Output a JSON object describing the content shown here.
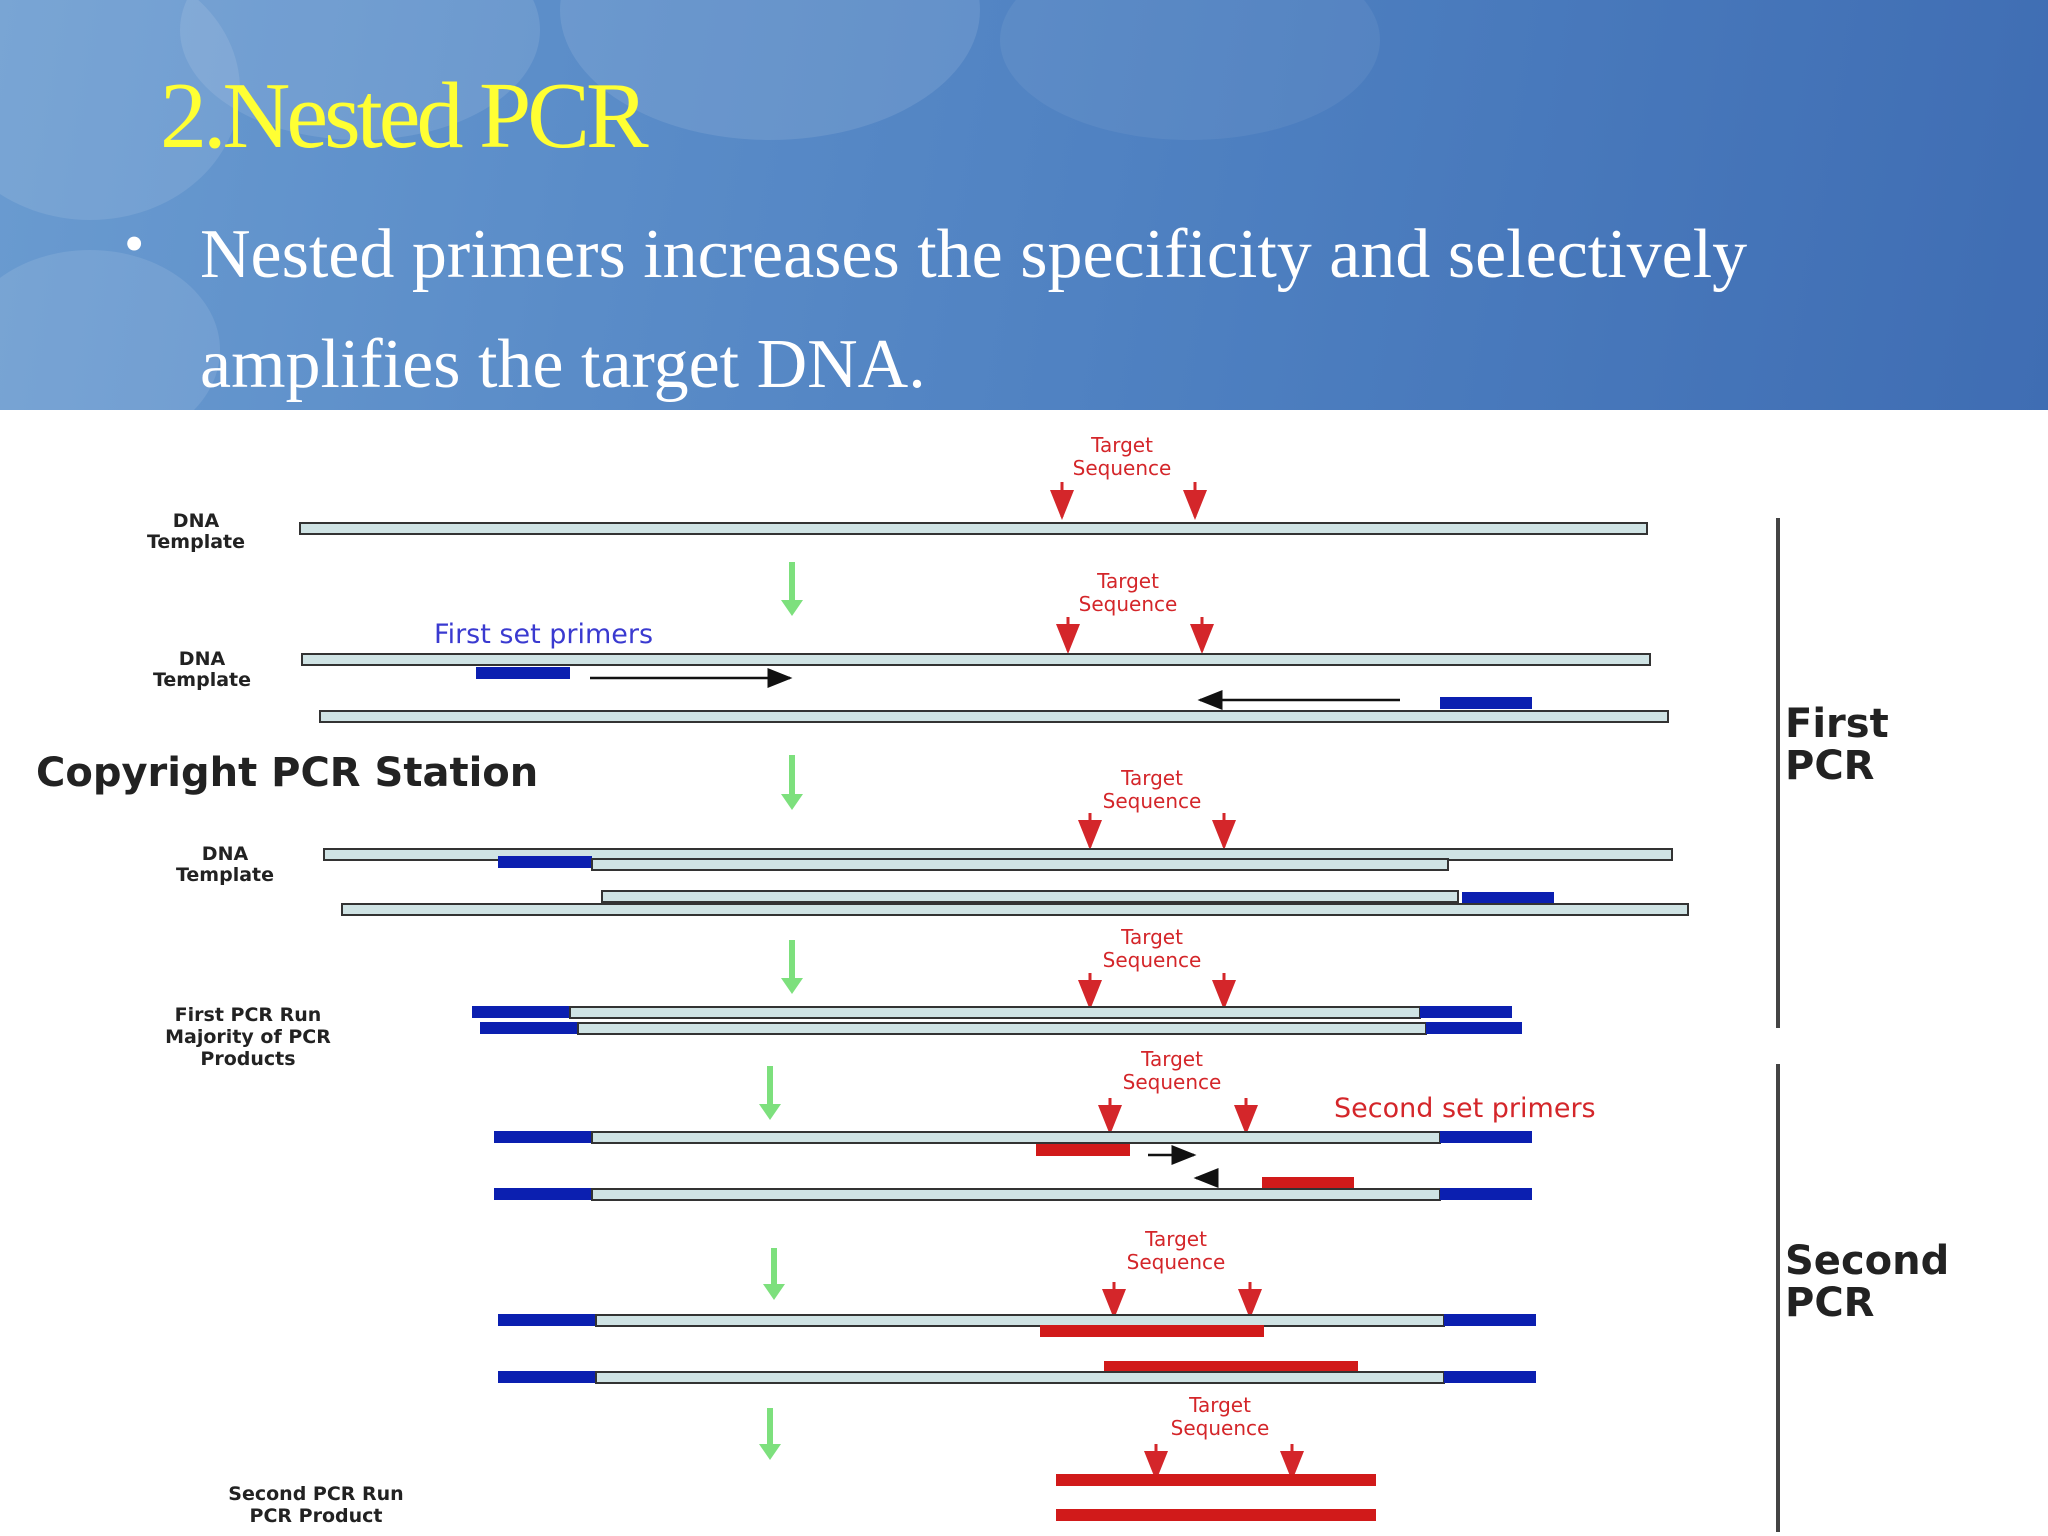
{
  "slide": {
    "title": "2.Nested PCR",
    "bullet": "Nested primers increases the specificity and selectively amplifies the target DNA."
  },
  "diagram": {
    "target_sequence_label": [
      "Target",
      "Sequence"
    ],
    "dna_template_label": [
      "DNA",
      "Template"
    ],
    "first_primers_label": "First set primers",
    "second_primers_label": "Second set primers",
    "copyright": "Copyright PCR Station",
    "first_run_label": [
      "First PCR Run",
      "Majority of PCR",
      "Products"
    ],
    "second_run_label": [
      "Second PCR Run",
      "PCR Product"
    ],
    "first_pcr_section": [
      "First",
      "PCR"
    ],
    "second_pcr_section": [
      "Second",
      "PCR"
    ]
  },
  "colors": {
    "title": "#ffff33",
    "header_blue": "#4d7fc0",
    "strand_fill": "#cfe3e4",
    "outer_primer": "#0b1fb0",
    "inner_primer": "#d11a1a",
    "target_arrow": "#d4262a",
    "step_arrow": "#7de07d"
  }
}
